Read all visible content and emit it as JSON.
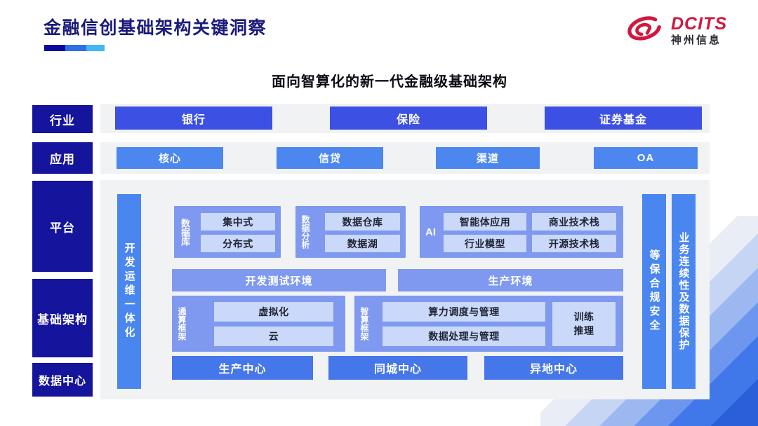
{
  "header": {
    "title": "金融信创基础架构关键洞察",
    "logo": {
      "brand": "DCITS",
      "company": "神州信息",
      "brand_color": "#d2173f"
    }
  },
  "subtitle": "面向智算化的新一代金融级基础架构",
  "colors": {
    "rail_navy": "#14149c",
    "industry_blue": "#3c50e4",
    "application_blue": "#4c87f0",
    "bar_blue": "#4a86f0",
    "group_periwinkle": "#7e99ef",
    "chip_light": "#cad8f9",
    "center_blue": "#4577ea",
    "panel_gray": "#f1f2f4",
    "title_navy": "#1b1b7c"
  },
  "rails": {
    "industry": "行业",
    "application": "应用",
    "platform": "平台",
    "infrastructure": "基础架构",
    "datacenter": "数据中心"
  },
  "industry_row": {
    "items": [
      "银行",
      "保险",
      "证券基金"
    ]
  },
  "application_row": {
    "items": [
      "核心",
      "信贷",
      "渠道",
      "OA"
    ]
  },
  "panel": {
    "devops_bar": "开发运维一体化",
    "database": {
      "label": "数据库",
      "items": [
        "集中式",
        "分布式"
      ]
    },
    "analytics": {
      "label": "数据分析",
      "items": [
        "数据仓库",
        "数据湖"
      ]
    },
    "ai": {
      "label": "AI",
      "items": [
        "智能体应用",
        "商业技术栈",
        "行业模型",
        "开源技术栈"
      ]
    },
    "environments": [
      "开发测试环境",
      "生产环境"
    ],
    "general_compute": {
      "label": "通算框架",
      "items": [
        "虚拟化",
        "云"
      ]
    },
    "intelligent_compute": {
      "label": "智算框架",
      "items": [
        "算力调度与管理",
        "数据处理与管理"
      ],
      "side_box": "训练推理"
    },
    "centers": [
      "生产中心",
      "同城中心",
      "异地中心"
    ],
    "security_bar": "等保合规安全",
    "continuity_bar": "业务连续性及数据保护"
  }
}
